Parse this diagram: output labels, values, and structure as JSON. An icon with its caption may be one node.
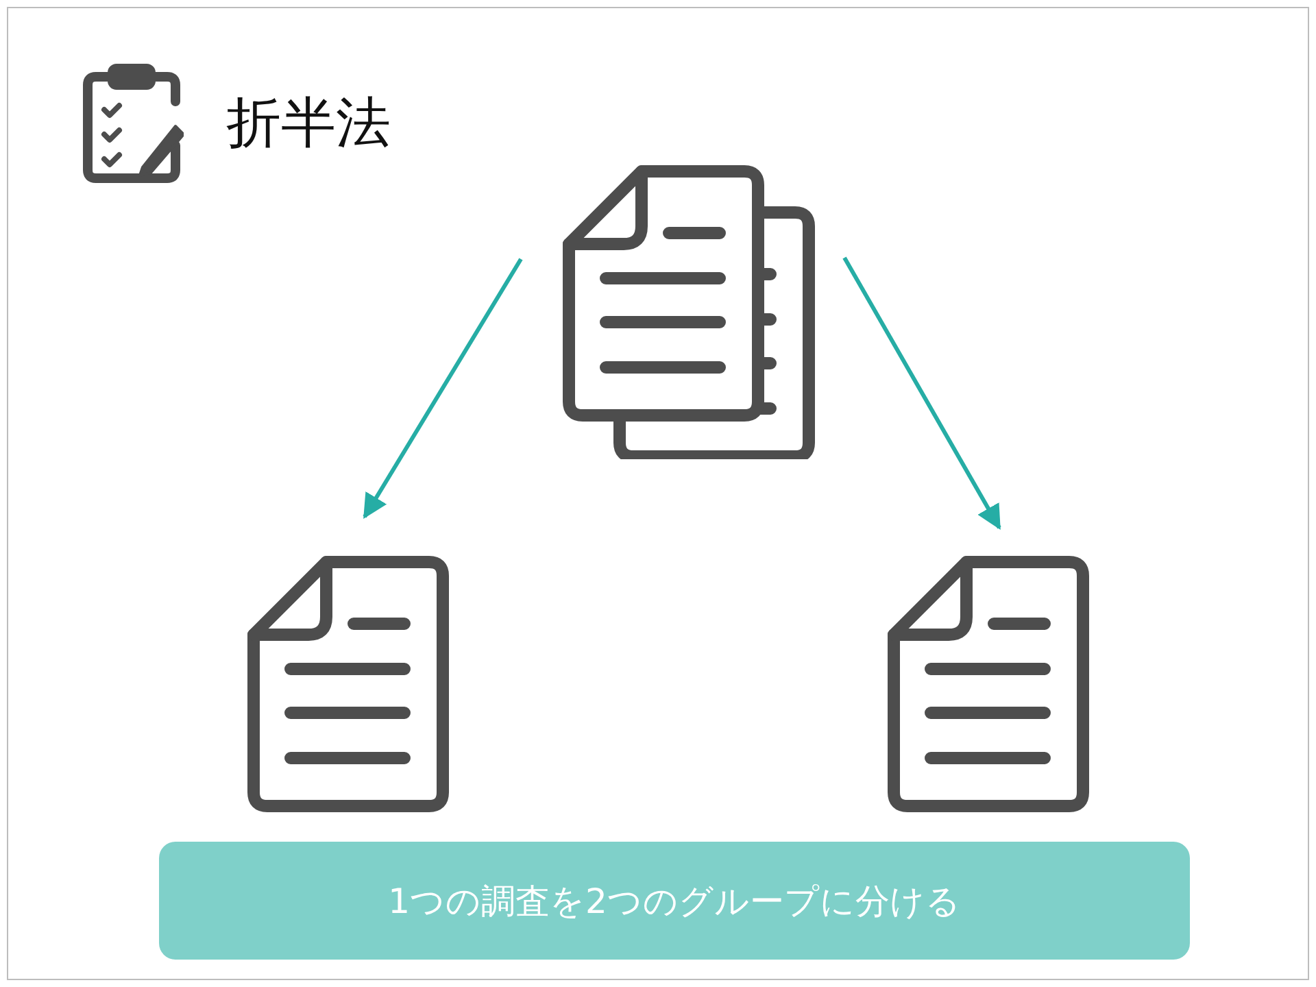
{
  "diagram": {
    "title": "折半法",
    "nodes": [
      {
        "text": [],
        "shape": "picture"
      },
      {
        "text": [],
        "shape": "picture"
      },
      {
        "text": [],
        "shape": "picture"
      },
      {
        "text": [
          "1つの調査を2つのグループに分ける"
        ]
      }
    ],
    "edges": [
      {
        "from": 0,
        "to": 1,
        "arrow": "to"
      },
      {
        "from": 0,
        "to": 2,
        "arrow": "to"
      }
    ]
  }
}
